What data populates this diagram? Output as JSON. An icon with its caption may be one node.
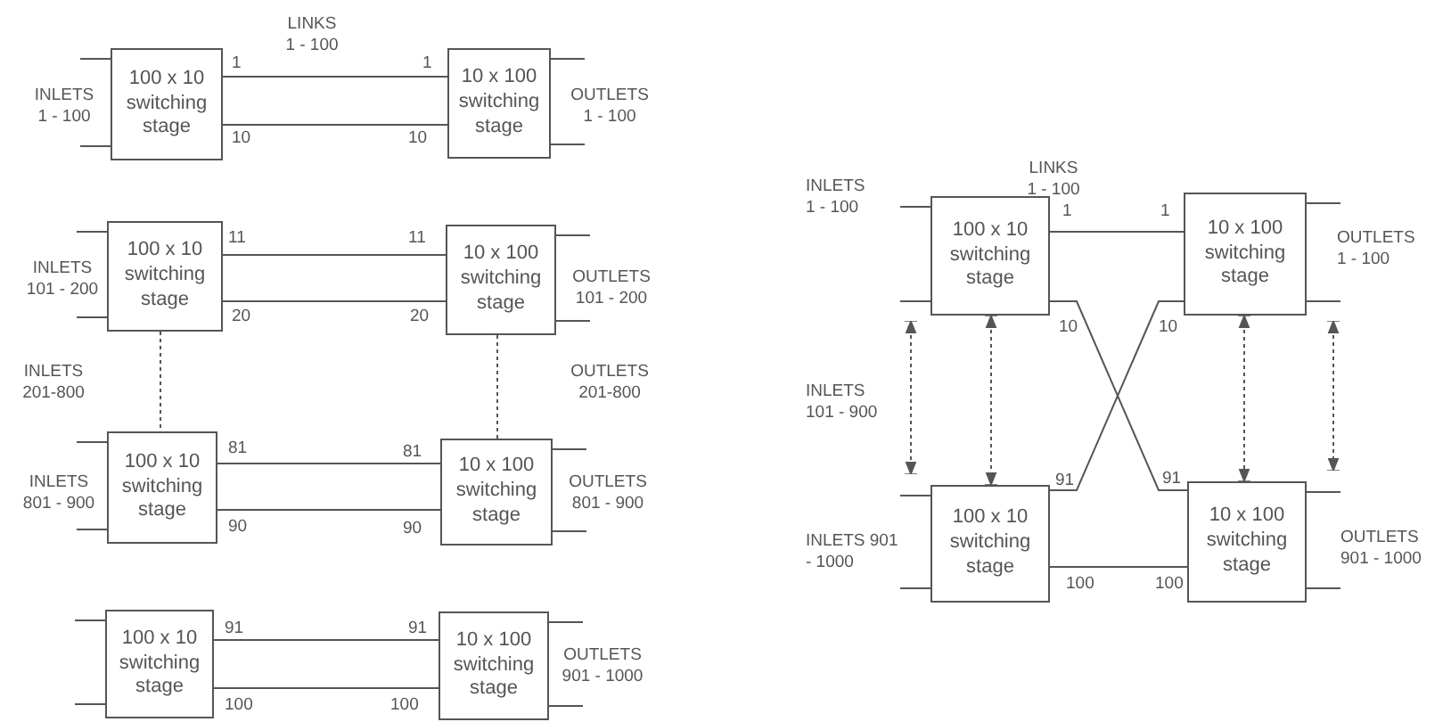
{
  "diagram": {
    "nodes": [
      {
        "text": [
          "100 x 10 switching stage"
        ],
        "beside": [
          "INLETS 1 - 100"
        ]
      },
      {
        "text": [
          "10 x 100 switching stage"
        ],
        "beside": [
          "OUTLETS 1 - 100"
        ]
      },
      {
        "text": [
          "100 x 10 switching stage"
        ],
        "beside": [
          "INLETS 101 - 200"
        ]
      },
      {
        "text": [
          "10 x 100 switching stage"
        ],
        "beside": [
          "OUTLETS 101 - 200"
        ]
      },
      {
        "text": [
          "100 x 10 switching stage"
        ],
        "beside": [
          "INLETS 801 - 900"
        ]
      },
      {
        "text": [
          "10 x 100 switching stage"
        ],
        "beside": [
          "OUTLETS 801 - 900"
        ]
      },
      {
        "text": [
          "100 x 10 switching stage"
        ]
      },
      {
        "text": [
          "10 x 100 switching stage"
        ],
        "beside": [
          "OUTLETS 901 - 1000"
        ]
      },
      {
        "text": [
          "100 x 10 switching stage"
        ],
        "beside": [
          "INLETS 1 - 100"
        ]
      },
      {
        "text": [
          "10 x 100 switching stage"
        ],
        "beside": [
          "OUTLETS 1 - 100"
        ]
      },
      {
        "text": [
          "100 x 10 switching stage"
        ],
        "beside": [
          "INLETS 901 - 1000"
        ]
      },
      {
        "text": [
          "10 x 100 switching stage"
        ],
        "beside": [
          "OUTLETS 901 - 1000"
        ]
      }
    ],
    "edges": [
      {
        "from": 0,
        "to": 1,
        "arrow": "none"
      },
      {
        "from": 0,
        "to": 1,
        "arrow": "none"
      },
      {
        "from": 2,
        "to": 3,
        "arrow": "none"
      },
      {
        "from": 2,
        "to": 3,
        "arrow": "none"
      },
      {
        "from": 4,
        "to": 5,
        "arrow": "none"
      },
      {
        "from": 4,
        "to": 5,
        "arrow": "none"
      },
      {
        "from": 6,
        "to": 7,
        "arrow": "none"
      },
      {
        "from": 6,
        "to": 7,
        "arrow": "none"
      },
      {
        "from": 2,
        "to": 4,
        "arrow": "none",
        "style": "dashed"
      },
      {
        "from": 3,
        "to": 5,
        "arrow": "none",
        "style": "dashed"
      },
      {
        "from": 8,
        "to": 9,
        "arrow": "none"
      },
      {
        "from": 8,
        "to": 11,
        "arrow": "none"
      },
      {
        "from": 10,
        "to": 9,
        "arrow": "none"
      },
      {
        "from": 10,
        "to": 11,
        "arrow": "none"
      },
      {
        "from": 8,
        "to": 10,
        "arrow": "both",
        "style": "dashed"
      },
      {
        "from": 9,
        "to": 11,
        "arrow": "both",
        "style": "dashed"
      },
      {
        "from": 8,
        "to": 10,
        "arrow": "both",
        "style": "dashed"
      },
      {
        "from": 9,
        "to": 11,
        "arrow": "both",
        "style": "dashed"
      }
    ],
    "labels": [
      "LINKS 1 - 100",
      "1",
      "1",
      "10",
      "10",
      "11",
      "11",
      "20",
      "20",
      "INLETS 201-800",
      "OUTLETS 201-800",
      "81",
      "81",
      "90",
      "90",
      "91",
      "91",
      "100",
      "100",
      "LINKS 1 - 100",
      "1",
      "1",
      "10",
      "10",
      "INLETS 101 - 900",
      "91",
      "91",
      "100",
      "100"
    ]
  }
}
